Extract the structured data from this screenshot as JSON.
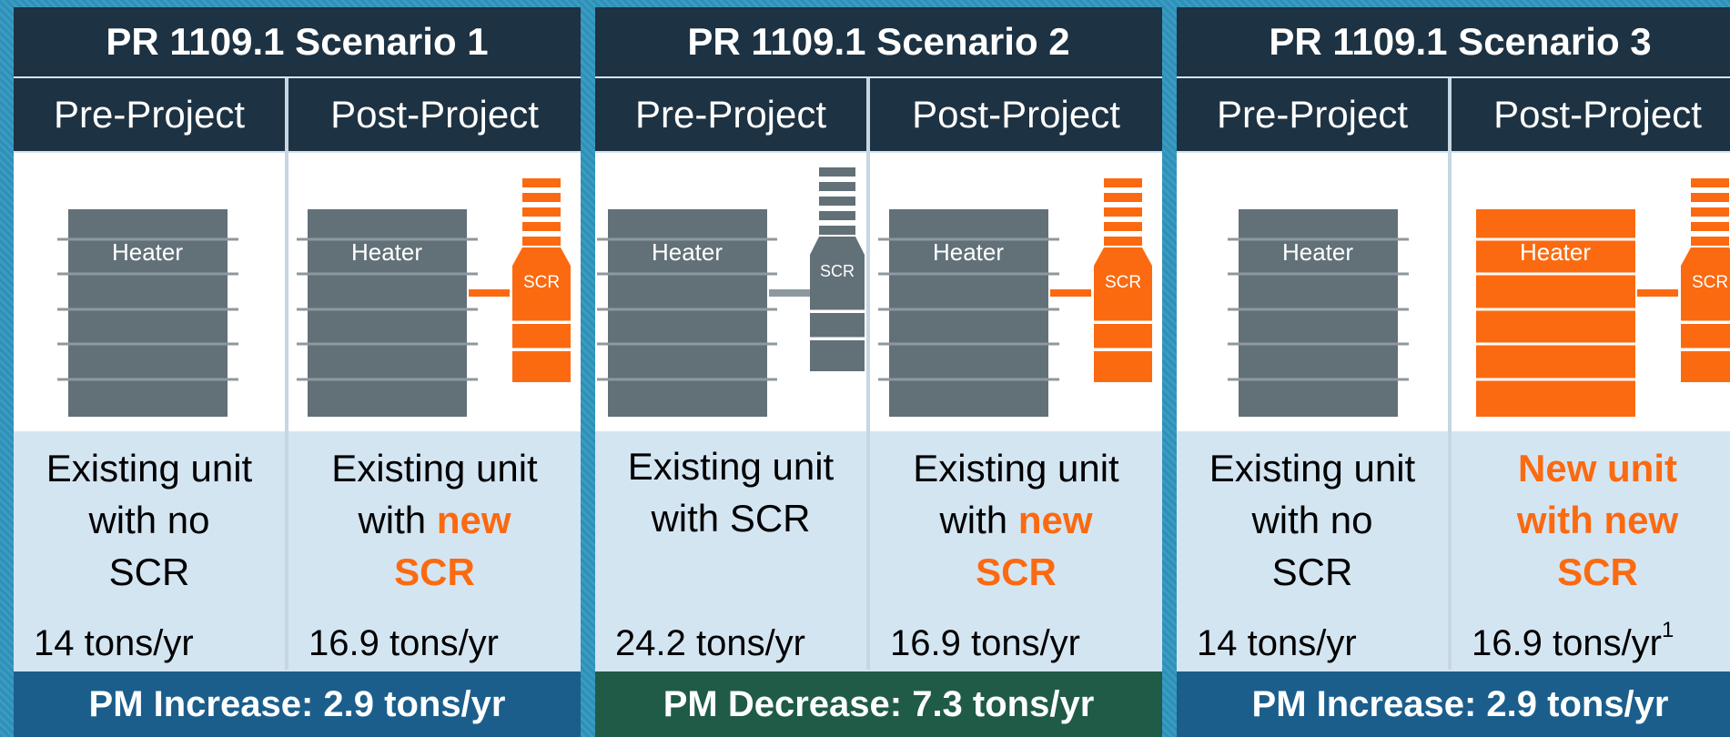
{
  "colors": {
    "header_bg": "#1d3242",
    "panel_bg": "#d4e5f2",
    "highlight": "#fb6a10",
    "heater_gray": "#627078",
    "increase_bg": "#1b5e8c",
    "decrease_bg": "#1f5b46"
  },
  "labels": {
    "heater": "Heater",
    "scr": "SCR"
  },
  "scenarios": [
    {
      "title": "PR 1109.1 Scenario 1",
      "pre": {
        "header": "Pre-Project",
        "desc_lines": [
          "Existing unit",
          "with no",
          "SCR"
        ],
        "value": "14 tons/yr"
      },
      "post": {
        "header": "Post-Project",
        "desc_line1": "Existing unit",
        "desc_prefix": "with ",
        "desc_hl1": "new",
        "desc_hl2": "SCR",
        "value": "16.9 tons/yr"
      },
      "result": "PM Increase: 2.9 tons/yr"
    },
    {
      "title": "PR 1109.1 Scenario 2",
      "pre": {
        "header": "Pre-Project",
        "desc_lines": [
          "Existing unit",
          "with SCR"
        ],
        "value": "24.2 tons/yr"
      },
      "post": {
        "header": "Post-Project",
        "desc_line1": "Existing unit",
        "desc_prefix": "with ",
        "desc_hl1": "new",
        "desc_hl2": "SCR",
        "value": "16.9 tons/yr"
      },
      "result": "PM Decrease: 7.3 tons/yr"
    },
    {
      "title": "PR 1109.1 Scenario 3",
      "pre": {
        "header": "Pre-Project",
        "desc_lines": [
          "Existing unit",
          "with no",
          "SCR"
        ],
        "value": "14 tons/yr"
      },
      "post": {
        "header": "Post-Project",
        "desc_lines": [
          "New unit",
          "with new",
          "SCR"
        ],
        "value": "16.9 tons/yr",
        "footnote": "1"
      },
      "result": "PM Increase: 2.9 tons/yr"
    }
  ]
}
